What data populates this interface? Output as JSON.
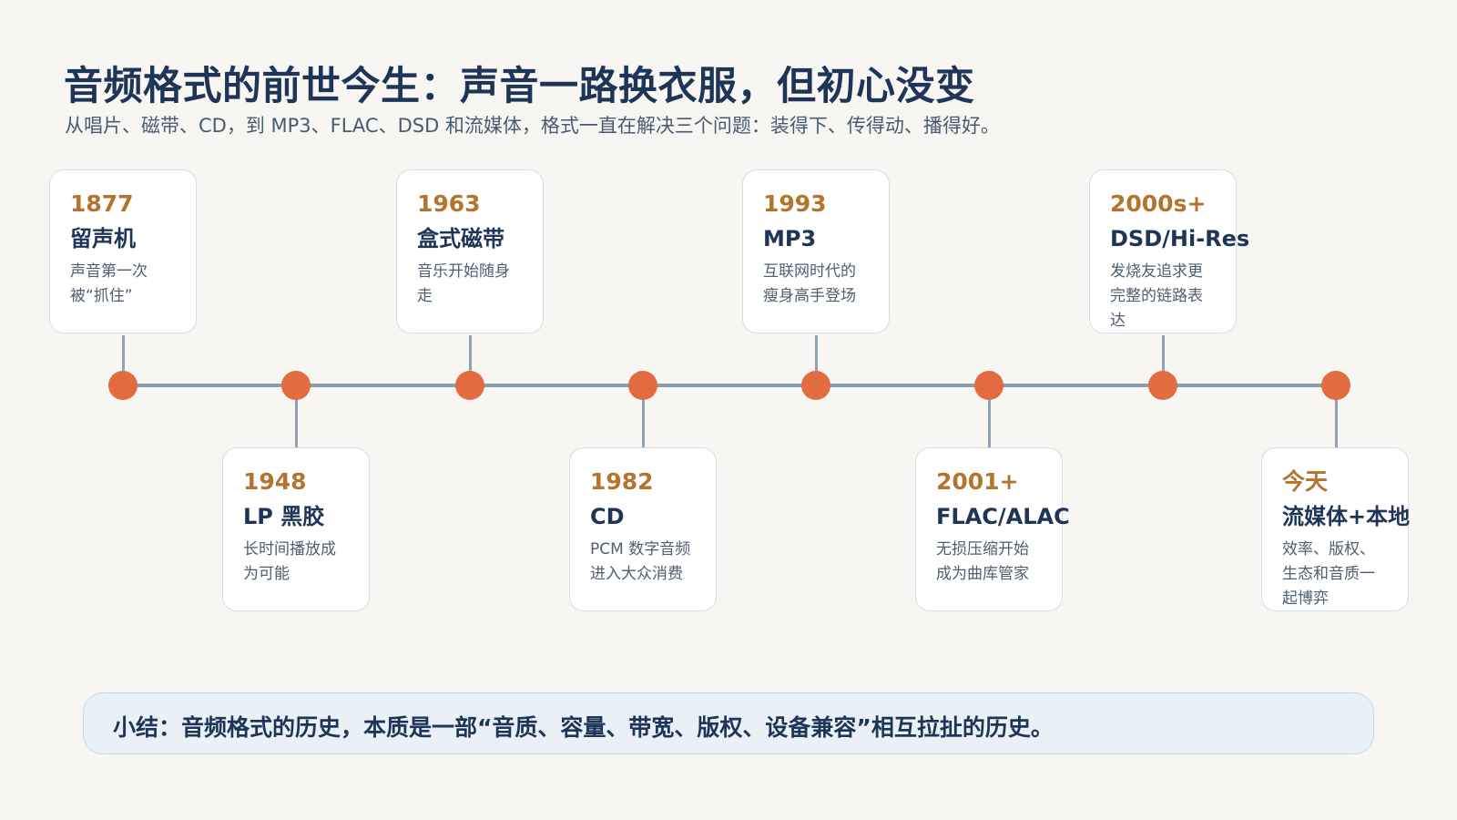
{
  "title": "音频格式的前世今生：声音一路换衣服，但初心没变",
  "subtitle": "从唱片、磁带、CD，到 MP3、FLAC、DSD 和流媒体，格式一直在解决三个问题：装得下、传得动、播得好。",
  "milestones": [
    {
      "year": "1877",
      "name": "留声机",
      "desc": "声音第一次被“抓住”"
    },
    {
      "year": "1948",
      "name": "LP 黑胶",
      "desc": "长时间播放成为可能"
    },
    {
      "year": "1963",
      "name": "盒式磁带",
      "desc": "音乐开始随身走"
    },
    {
      "year": "1982",
      "name": "CD",
      "desc": "PCM 数字音频进入大众消费"
    },
    {
      "year": "1993",
      "name": "MP3",
      "desc": "互联网时代的瘦身高手登场"
    },
    {
      "year": "2001+",
      "name": "FLAC/ALAC",
      "desc": "无损压缩开始成为曲库管家"
    },
    {
      "year": "2000s+",
      "name": "DSD/Hi-Res",
      "desc": "发烧友追求更完整的链路表达"
    },
    {
      "year": "今天",
      "name": "流媒体+本地",
      "desc": "效率、版权、生态和音质一起博弈"
    }
  ],
  "summary": "小结：音频格式的历史，本质是一部“音质、容量、带宽、版权、设备兼容”相互拉扯的历史。",
  "colors": {
    "accent": "#e36b40",
    "year": "#b5742e",
    "heading": "#1e3557"
  }
}
